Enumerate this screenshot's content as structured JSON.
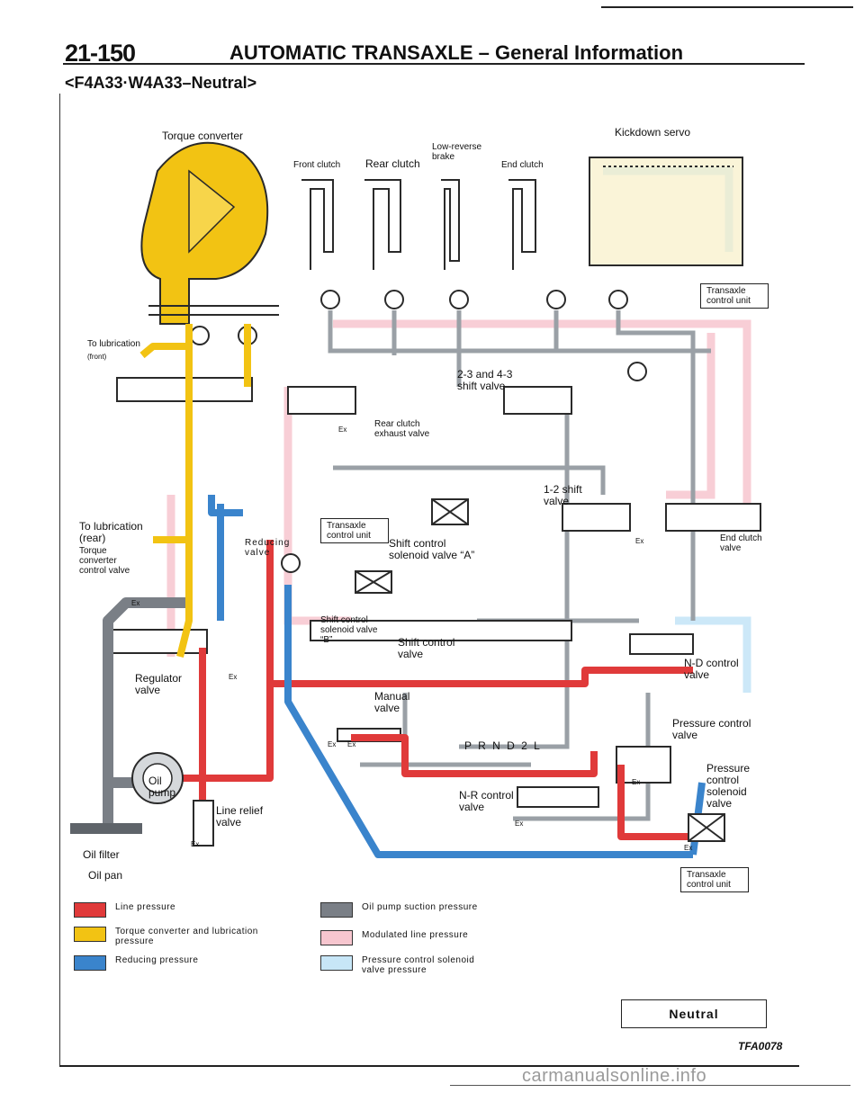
{
  "header": {
    "page_number": "21-150",
    "title": "AUTOMATIC TRANSAXLE – General Information",
    "subtitle": "<F4A33·W4A33–Neutral>"
  },
  "labels": {
    "torque_converter": "Torque converter",
    "kickdown_servo": "Kickdown servo",
    "low_reverse_brake": "Low-reverse brake",
    "front_clutch": "Front clutch",
    "rear_clutch": "Rear clutch",
    "end_clutch": "End clutch",
    "transaxle_control_unit": "Transaxle control unit",
    "to_lubrication_front": "To lubrication",
    "front": "(front)",
    "shift_valve_23_43": "2-3 and 4-3 shift valve",
    "rear_clutch_exhaust_valve": "Rear clutch exhaust valve",
    "shift_valve_12": "1-2 shift valve",
    "to_lubrication_rear": "To lubrication (rear)",
    "torque_converter_control_valve": "Torque converter control valve",
    "reducing_valve": "Reducing valve",
    "shift_control_solenoid_a": "Shift control solenoid valve “A”",
    "end_clutch_valve": "End clutch valve",
    "shift_control_solenoid_b": "Shift control solenoid valve “B”",
    "shift_control_valve": "Shift control valve",
    "nd_control_valve": "N-D control valve",
    "regulator_valve": "Regulator valve",
    "manual_valve": "Manual valve",
    "prnd2l": "P R N D 2 L",
    "pressure_control_valve": "Pressure control valve",
    "oil_pump": "Oil pump",
    "pressure_control_solenoid_valve": "Pressure control solenoid valve",
    "nr_control_valve": "N-R control valve",
    "line_relief_valve": "Line relief valve",
    "oil_filter": "Oil filter",
    "oil_pan": "Oil pan",
    "ex": "Ex"
  },
  "legend": [
    {
      "label": "Line pressure",
      "color": "#e03a3a"
    },
    {
      "label": "Oil pump suction pressure",
      "color": "#7a7f86"
    },
    {
      "label": "Torque converter and lubrication pressure",
      "color": "#f2c313"
    },
    {
      "label": "Modulated line pressure",
      "color": "#f7c6cf"
    },
    {
      "label": "Reducing pressure",
      "color": "#3a84cc"
    },
    {
      "label": "Pressure control solenoid valve pressure",
      "color": "#c7e6f7"
    }
  ],
  "colors": {
    "line_pressure": "#e03a3a",
    "suction": "#7a7f86",
    "torque_lube": "#f2c313",
    "modulated": "#f7c6cf",
    "reducing": "#3a84cc",
    "solenoid": "#c7e6f7",
    "outline": "#2a2a2a",
    "grey_passage": "#9aa0a6"
  },
  "footer": {
    "mode": "Neutral",
    "code": "TFA0078",
    "watermark": "carmanualsonline.info"
  }
}
